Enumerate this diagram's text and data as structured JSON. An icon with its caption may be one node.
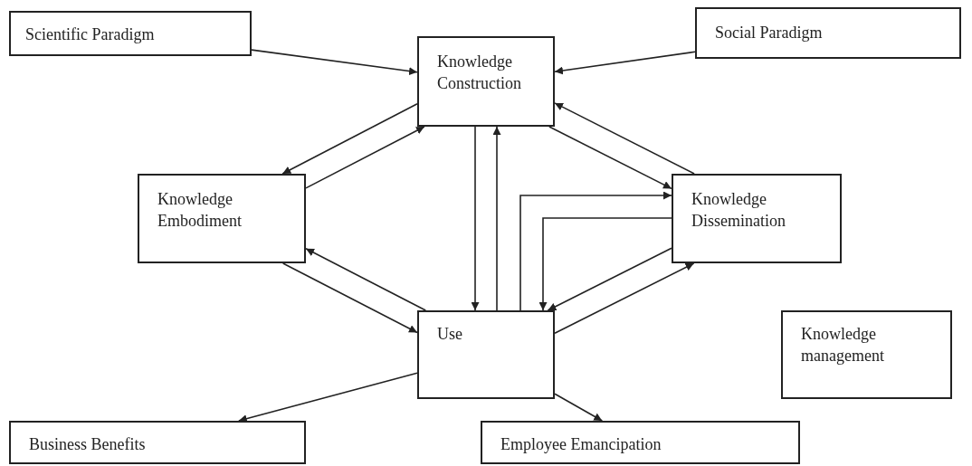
{
  "diagram": {
    "nodes": [
      {
        "text": [
          "Scientific Paradigm"
        ]
      },
      {
        "text": [
          "Knowledge Construction"
        ]
      },
      {
        "text": [
          "Social Paradigm"
        ]
      },
      {
        "text": [
          "Knowledge Embodiment"
        ]
      },
      {
        "text": [
          "Knowledge Dissemination"
        ]
      },
      {
        "text": [
          "Use"
        ]
      },
      {
        "text": [
          "Knowledge management"
        ]
      },
      {
        "text": [
          "Business Benefits"
        ]
      },
      {
        "text": [
          "Employee Emancipation"
        ]
      }
    ],
    "edges": [
      {
        "from": 0,
        "to": 1,
        "arrow": "to"
      },
      {
        "from": 2,
        "to": 1,
        "arrow": "to"
      },
      {
        "from": 3,
        "to": 1,
        "arrow": "to"
      },
      {
        "from": 1,
        "to": 3,
        "arrow": "to"
      },
      {
        "from": 1,
        "to": 4,
        "arrow": "to"
      },
      {
        "from": 4,
        "to": 1,
        "arrow": "to"
      },
      {
        "from": 1,
        "to": 5,
        "arrow": "to"
      },
      {
        "from": 5,
        "to": 1,
        "arrow": "to"
      },
      {
        "from": 5,
        "to": 4,
        "arrow": "to"
      },
      {
        "from": 4,
        "to": 5,
        "arrow": "to"
      },
      {
        "from": 5,
        "to": 3,
        "arrow": "to"
      },
      {
        "from": 3,
        "to": 5,
        "arrow": "to"
      },
      {
        "from": 5,
        "to": 4,
        "arrow": "to"
      },
      {
        "from": 4,
        "to": 5,
        "arrow": "to"
      },
      {
        "from": 5,
        "to": 7,
        "arrow": "to"
      },
      {
        "from": 5,
        "to": 8,
        "arrow": "to"
      }
    ]
  }
}
